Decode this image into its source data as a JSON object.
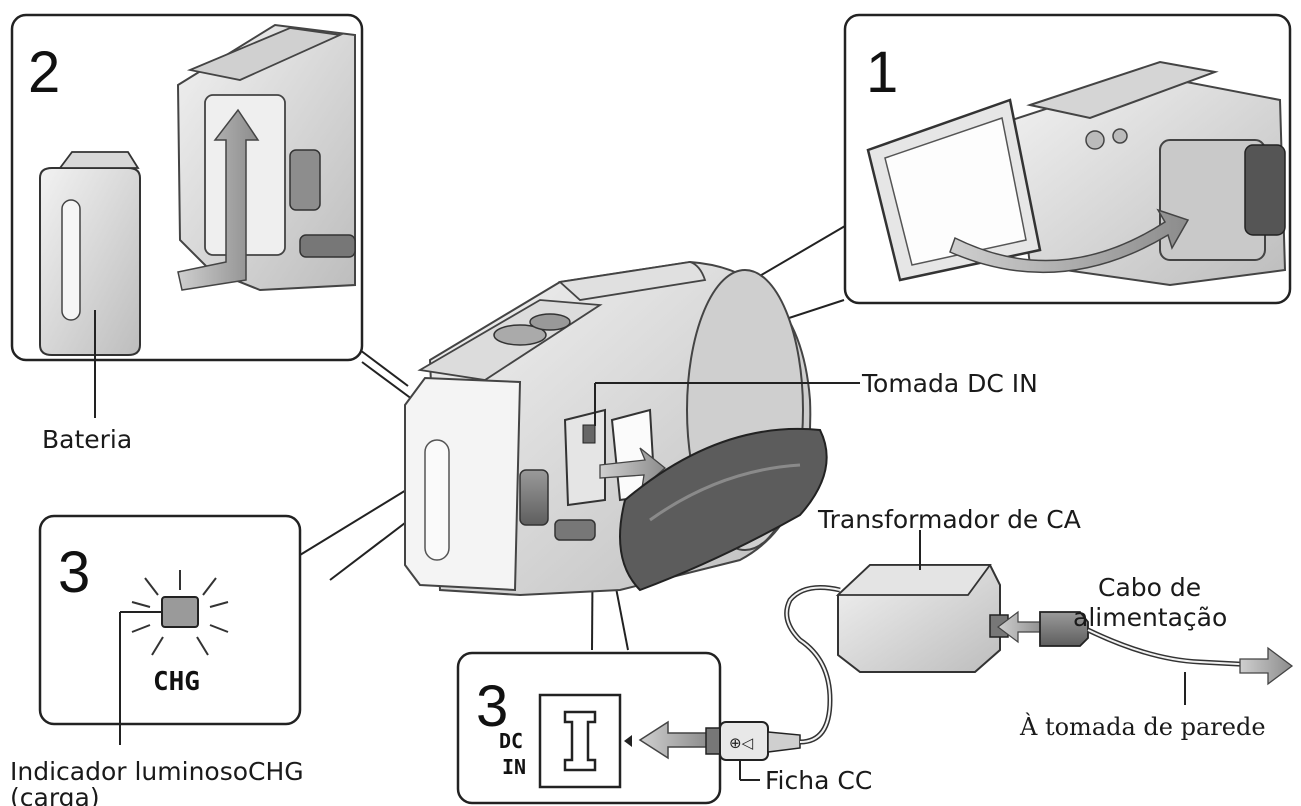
{
  "steps": {
    "panel1": "1",
    "panel2": "2",
    "panel3_led": "3",
    "panel3_port": "3"
  },
  "labels": {
    "battery": "Bateria",
    "dc_in_jack": "Tomada DC IN",
    "ac_adapter": "Transformador de CA",
    "power_cord_line1": "Cabo de",
    "power_cord_line2": "alimentação",
    "wall_outlet": "À tomada de parede",
    "dc_plug": "Ficha CC",
    "chg_indicator_line1": "Indicador luminosoCHG",
    "chg_indicator_line2": "(carga)",
    "chg": "CHG",
    "dc_port_line1": "DC",
    "dc_port_line2": "IN"
  }
}
